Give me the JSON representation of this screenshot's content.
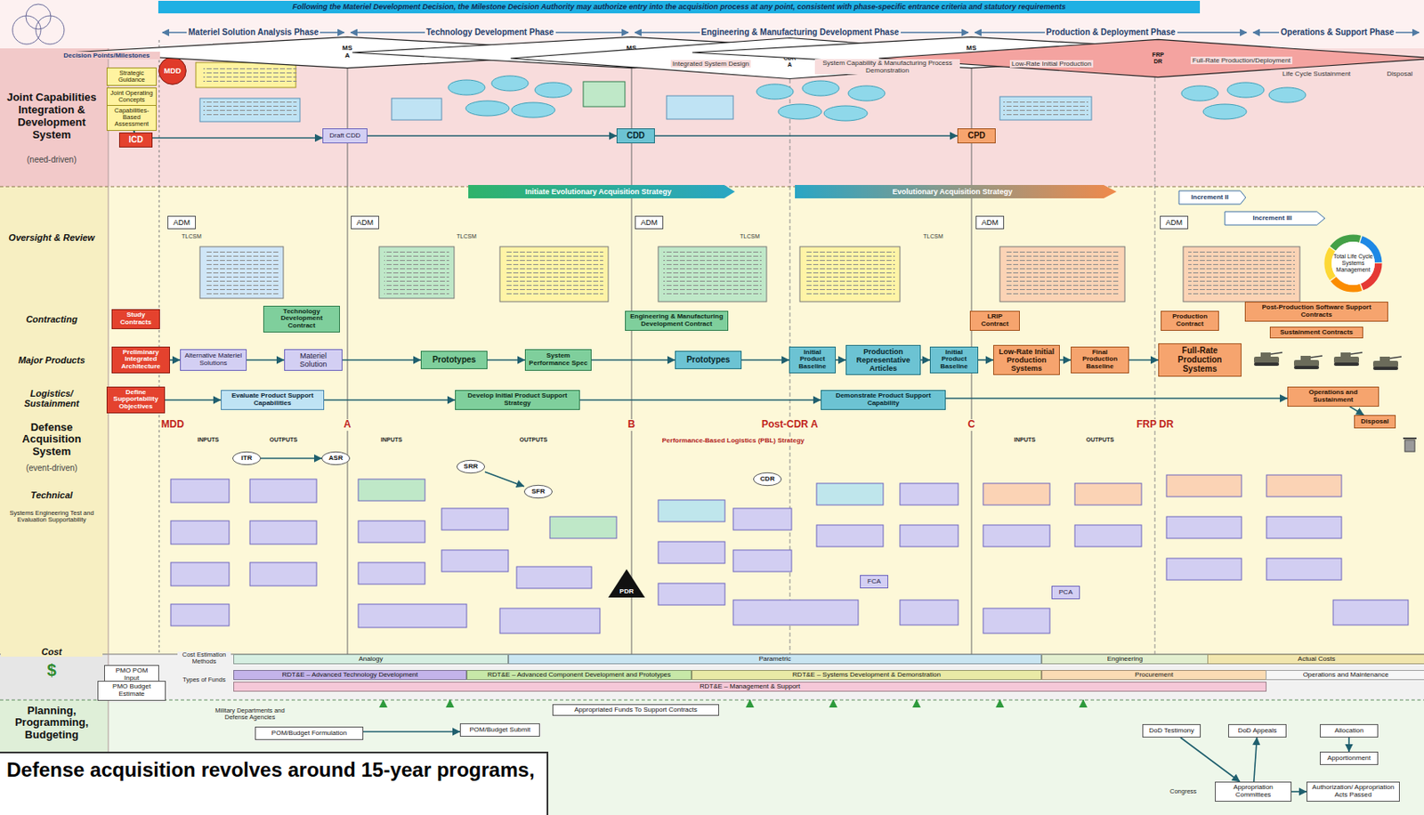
{
  "diagram": {
    "caption": "Defense acquisition revolves around 15-year programs,",
    "nodes": [
      {
        "text": [
          "Following the Materiel Development Decision, the Milestone Decision Authority may authorize entry into the acquisition process at any point, consistent with phase-specific entrance criteria and statutory requirements"
        ]
      },
      {
        "text": [
          "MDD"
        ]
      },
      {
        "text": [
          "MS A"
        ]
      },
      {
        "text": [
          "MS B"
        ]
      },
      {
        "text": [
          "Post-CDR A"
        ]
      },
      {
        "text": [
          "MS C"
        ]
      },
      {
        "text": [
          "FRP DR"
        ]
      },
      {
        "text": [
          "ICD"
        ]
      },
      {
        "text": [
          "CDD"
        ]
      },
      {
        "text": [
          "CPD"
        ]
      },
      {
        "text": [
          "Draft CDD"
        ]
      },
      {
        "text": [
          "Strategic Guidance"
        ]
      },
      {
        "text": [
          "Joint Operating Concepts"
        ]
      },
      {
        "text": [
          "Capabilities-Based Assessment"
        ]
      },
      {
        "text": [
          "ADM"
        ]
      },
      {
        "text": [
          "ADM"
        ]
      },
      {
        "text": [
          "ADM"
        ]
      },
      {
        "text": [
          "ADM"
        ]
      },
      {
        "text": [
          "ADM"
        ]
      },
      {
        "text": [
          "Initiate Evolutionary Acquisition Strategy"
        ]
      },
      {
        "text": [
          "Evolutionary Acquisition Strategy"
        ]
      },
      {
        "text": [
          "Increment II"
        ]
      },
      {
        "text": [
          "Increment III"
        ]
      },
      {
        "text": [
          "Total Life Cycle Systems Management"
        ]
      },
      {
        "text": [
          "Study Contracts"
        ]
      },
      {
        "text": [
          "Technology Development Contract"
        ]
      },
      {
        "text": [
          "Engineering & Manufacturing Development Contract"
        ]
      },
      {
        "text": [
          "LRIP Contract"
        ]
      },
      {
        "text": [
          "Production Contract"
        ]
      },
      {
        "text": [
          "Post-Production Software Support Contracts"
        ]
      },
      {
        "text": [
          "Sustainment Contracts"
        ]
      },
      {
        "text": [
          "Preliminary Integrated Architecture"
        ]
      },
      {
        "text": [
          "Alternative Materiel Solutions"
        ]
      },
      {
        "text": [
          "Materiel Solution"
        ]
      },
      {
        "text": [
          "Prototypes"
        ]
      },
      {
        "text": [
          "System Performance Spec"
        ]
      },
      {
        "text": [
          "Prototypes"
        ]
      },
      {
        "text": [
          "Initial Product Baseline"
        ]
      },
      {
        "text": [
          "Production Representative Articles"
        ]
      },
      {
        "text": [
          "Initial Product Baseline"
        ]
      },
      {
        "text": [
          "Low-Rate Initial Production Systems"
        ]
      },
      {
        "text": [
          "Final Production Baseline"
        ]
      },
      {
        "text": [
          "Full-Rate Production Systems"
        ]
      },
      {
        "text": [
          "Define Supportability Objectives"
        ]
      },
      {
        "text": [
          "Evaluate Product Support Capabilities"
        ]
      },
      {
        "text": [
          "Develop Initial Product Support Strategy"
        ]
      },
      {
        "text": [
          "Demonstrate Product Support Capability"
        ]
      },
      {
        "text": [
          "Operations and Sustainment"
        ]
      },
      {
        "text": [
          "Disposal"
        ]
      },
      {
        "text": [
          "ITR"
        ]
      },
      {
        "text": [
          "ASR"
        ]
      },
      {
        "text": [
          "SRR"
        ]
      },
      {
        "text": [
          "SFR"
        ]
      },
      {
        "text": [
          "PDR"
        ]
      },
      {
        "text": [
          "CDR"
        ]
      },
      {
        "text": [
          "FCA"
        ]
      },
      {
        "text": [
          "PCA"
        ]
      },
      {
        "text": [
          "Analogy"
        ]
      },
      {
        "text": [
          "Parametric"
        ]
      },
      {
        "text": [
          "Engineering"
        ]
      },
      {
        "text": [
          "Actual Costs"
        ]
      },
      {
        "text": [
          "RDT&E – Advanced Technology Development"
        ]
      },
      {
        "text": [
          "RDT&E – Advanced Component Development and Prototypes"
        ]
      },
      {
        "text": [
          "RDT&E – Systems Development & Demonstration"
        ]
      },
      {
        "text": [
          "Procurement"
        ]
      },
      {
        "text": [
          "Operations and Maintenance"
        ]
      },
      {
        "text": [
          "RDT&E – Management & Support"
        ]
      },
      {
        "text": [
          "PMO POM Input"
        ]
      },
      {
        "text": [
          "PMO Budget Estimate"
        ]
      },
      {
        "text": [
          "Appropriated Funds To Support Contracts"
        ]
      },
      {
        "text": [
          "POM/Budget Formulation"
        ]
      },
      {
        "text": [
          "POM/Budget Submit"
        ]
      },
      {
        "text": [
          "DoD Testimony"
        ]
      },
      {
        "text": [
          "DoD Appeals"
        ]
      },
      {
        "text": [
          "Allocation"
        ]
      },
      {
        "text": [
          "Apportionment"
        ]
      },
      {
        "text": [
          "Appropriation Committees"
        ]
      },
      {
        "text": [
          "Authorization/ Appropriation Acts Passed"
        ]
      }
    ],
    "edges": [
      {
        "from": 7,
        "to": 10,
        "arrow": "to"
      },
      {
        "from": 10,
        "to": 8,
        "arrow": "to"
      },
      {
        "from": 8,
        "to": 9,
        "arrow": "to"
      },
      {
        "from": 13,
        "to": 7,
        "arrow": "to"
      },
      {
        "from": 31,
        "to": 32,
        "arrow": "to"
      },
      {
        "from": 32,
        "to": 33,
        "arrow": "to"
      },
      {
        "from": 33,
        "to": 34,
        "arrow": "to"
      },
      {
        "from": 34,
        "to": 35,
        "arrow": "to"
      },
      {
        "from": 35,
        "to": 36,
        "arrow": "to"
      },
      {
        "from": 36,
        "to": 37,
        "arrow": "to"
      },
      {
        "from": 37,
        "to": 38,
        "arrow": "to"
      },
      {
        "from": 38,
        "to": 39,
        "arrow": "to"
      },
      {
        "from": 39,
        "to": 40,
        "arrow": "to"
      },
      {
        "from": 40,
        "to": 41,
        "arrow": "to"
      },
      {
        "from": 41,
        "to": 42,
        "arrow": "to"
      },
      {
        "from": 43,
        "to": 44,
        "arrow": "to"
      },
      {
        "from": 44,
        "to": 45,
        "arrow": "to"
      },
      {
        "from": 45,
        "to": 46,
        "arrow": "to"
      },
      {
        "from": 46,
        "to": 47,
        "arrow": "to"
      },
      {
        "from": 47,
        "to": 48,
        "arrow": "to"
      },
      {
        "from": 49,
        "to": 50,
        "arrow": "to"
      },
      {
        "from": 51,
        "to": 52,
        "arrow": "to"
      },
      {
        "from": 70,
        "to": 71,
        "arrow": "to"
      },
      {
        "from": 72,
        "to": 76,
        "arrow": "to"
      },
      {
        "from": 76,
        "to": 73,
        "arrow": "to"
      },
      {
        "from": 74,
        "to": 75,
        "arrow": "to"
      },
      {
        "from": 76,
        "to": 77,
        "arrow": "to"
      }
    ],
    "labels": [
      "Materiel Solution Analysis Phase",
      "Technology Development Phase",
      "Engineering & Manufacturing Development Phase",
      "Production & Deployment Phase",
      "Operations & Support Phase",
      "Decision Points/Milestones",
      "Integrated System Design",
      "System Capability & Manufacturing Process Demonstration",
      "Low-Rate Initial Production",
      "Full-Rate Production/Deployment",
      "Life Cycle Sustainment",
      "Disposal",
      "Joint Capabilities Integration & Development System",
      "(need-driven)",
      "Oversight & Review",
      "Contracting",
      "Major Products",
      "Logistics/ Sustainment",
      "Defense Acquisition System",
      "(event-driven)",
      "Technical",
      "Systems Engineering Test and Evaluation Supportability",
      "Cost",
      "$",
      "Planning, Programming, Budgeting",
      "MDD",
      "A",
      "B",
      "Post-CDR A",
      "C",
      "FRP DR",
      "Performance-Based Logistics (PBL) Strategy",
      "INPUTS",
      "OUTPUTS",
      "INPUTS",
      "OUTPUTS",
      "INPUTS",
      "OUTPUTS",
      "TLCSM",
      "TLCSM",
      "TLCSM",
      "TLCSM",
      "Cost Estimation Methods",
      "Types of Funds",
      "Military Departments and Defense Agencies",
      "Congress"
    ]
  }
}
